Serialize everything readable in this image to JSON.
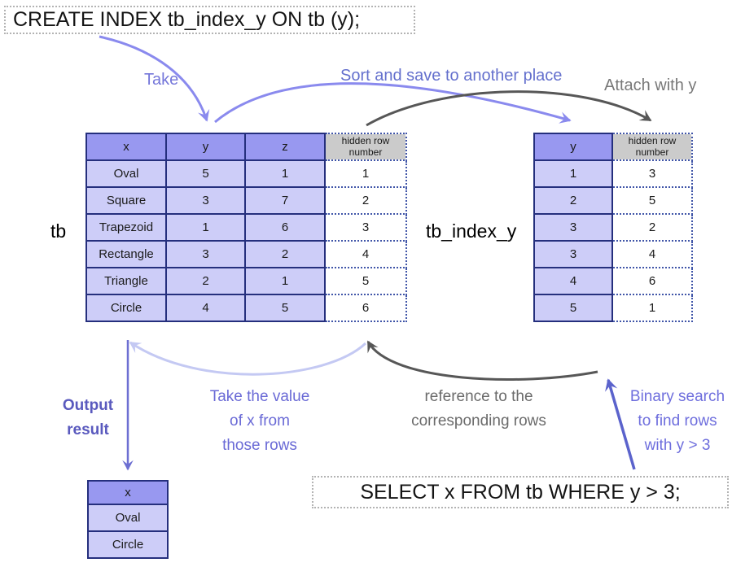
{
  "statements": {
    "create_index": "CREATE INDEX tb_index_y ON tb (y);",
    "select_query": "SELECT x FROM tb WHERE y > 3;"
  },
  "tb_table": {
    "name": "tb",
    "columns": [
      "x",
      "y",
      "z"
    ],
    "hidden_column": "hidden row number",
    "rows": [
      [
        "Oval",
        "5",
        "1",
        "1"
      ],
      [
        "Square",
        "3",
        "7",
        "2"
      ],
      [
        "Trapezoid",
        "1",
        "6",
        "3"
      ],
      [
        "Rectangle",
        "3",
        "2",
        "4"
      ],
      [
        "Triangle",
        "2",
        "1",
        "5"
      ],
      [
        "Circle",
        "4",
        "5",
        "6"
      ]
    ]
  },
  "index_table": {
    "name": "tb_index_y",
    "columns": [
      "y"
    ],
    "hidden_column": "hidden row number",
    "rows": [
      [
        "1",
        "3"
      ],
      [
        "2",
        "5"
      ],
      [
        "3",
        "2"
      ],
      [
        "3",
        "4"
      ],
      [
        "4",
        "6"
      ],
      [
        "5",
        "1"
      ]
    ]
  },
  "result_table": {
    "columns": [
      "x"
    ],
    "rows": [
      "Oval",
      "Circle"
    ]
  },
  "labels": {
    "take": "Take",
    "sort_save": "Sort and save to another place",
    "attach": "Attach with y",
    "output_result": [
      "Output",
      "result"
    ],
    "take_value": [
      "Take the value",
      "of x from",
      "those rows"
    ],
    "reference": [
      "reference to the",
      "corresponding rows"
    ],
    "binary_search": [
      "Binary search",
      "to find rows",
      "with y > 3"
    ]
  },
  "colors": {
    "table_header_fill": "#9898f0",
    "table_row_fill": "#cdcdf8",
    "hidden_header_fill": "#cbcbcb",
    "table_border": "#252f7d",
    "hidden_border": "#4055a8",
    "arrow_purple": "#8a8aee",
    "arrow_gray": "#575757",
    "arrow_light": "#c4c9f3",
    "arrow_output": "#6d6fd2",
    "arrow_binary": "#5b63cc",
    "note_purple": "#6a6ad6",
    "note_gray": "#6b6b6b"
  }
}
